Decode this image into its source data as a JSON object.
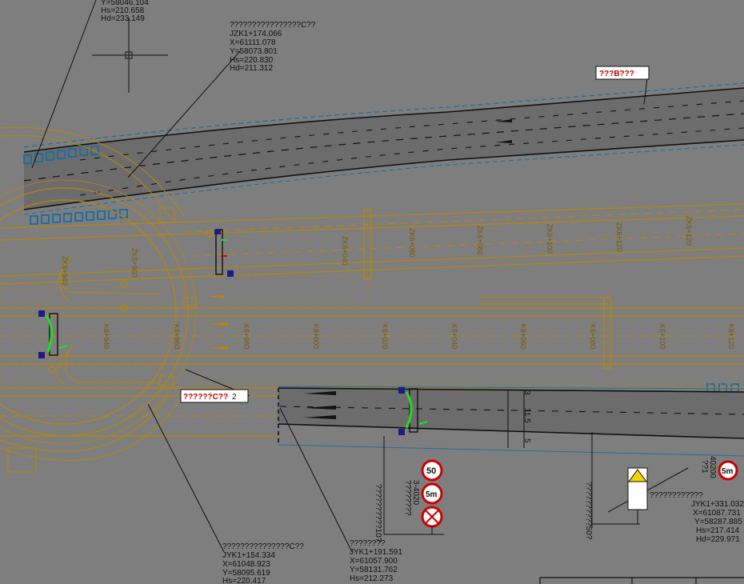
{
  "colors": {
    "background": "#7e7e7e",
    "road_outline": "#b8860b",
    "paving": "#9a7b2a",
    "lane_dash": "#111111",
    "blue_marker": "#1e6e9e",
    "green_sign": "#22dd22",
    "label_red": "#cc0000",
    "sign_yellow": "#f2d200"
  },
  "annotations": {
    "top_left": {
      "y": "Y=58046.104",
      "hs": "Hs=210.658",
      "hd": "Hd=233.149"
    },
    "upper_mid": {
      "title": "????????????????C??",
      "station": "JZK1+174.066",
      "x": "X=61111.078",
      "y": "Y=58073.801",
      "hs": "Hs=220.830",
      "hd": "Hd=211.312"
    },
    "lower_left": {
      "title": "???????????????C??",
      "station": "JYK1+154.334",
      "x": "X=61048.923",
      "y": "Y=58095.619",
      "hs": "Hs=220.417"
    },
    "lower_mid": {
      "title": "????????",
      "station": "JYK1+191.591",
      "x": "X=61057.900",
      "y": "Y=58131.762",
      "hs": "Hs=212.273"
    },
    "lower_right": {
      "title": "????????????",
      "station": "JYK1+331.032",
      "x": "X=61087.731",
      "y": "Y=58287.885",
      "hs": "Hs=217.414",
      "hd": "Hd=229.971"
    }
  },
  "callouts": {
    "top_right": "???B???",
    "lower_left": "??????C??",
    "lower_left_small": "2"
  },
  "signs": {
    "speed_limit": "50",
    "height_limit": "5m",
    "right_height": "5m"
  },
  "vertical_notes": {
    "pole_a": "??????????10?",
    "pole_b": "??????????50?",
    "sign_label": "3-4020",
    "sign_label2": "????????",
    "right_label": "40200",
    "right_label2": "??1"
  },
  "stations": [
    "ZK6+940",
    "ZK6+960",
    "ZK6+040",
    "ZK6+060",
    "ZK6+080",
    "ZK6+100",
    "ZK6+120",
    "K6+940",
    "K6+960",
    "K6+980",
    "K6+000",
    "K6+020",
    "K6+040",
    "K6+060",
    "K6+080",
    "K6+100",
    "K6+120"
  ],
  "dimensions": {
    "d1": "11.5",
    "d2": "5",
    "d3": "3"
  }
}
